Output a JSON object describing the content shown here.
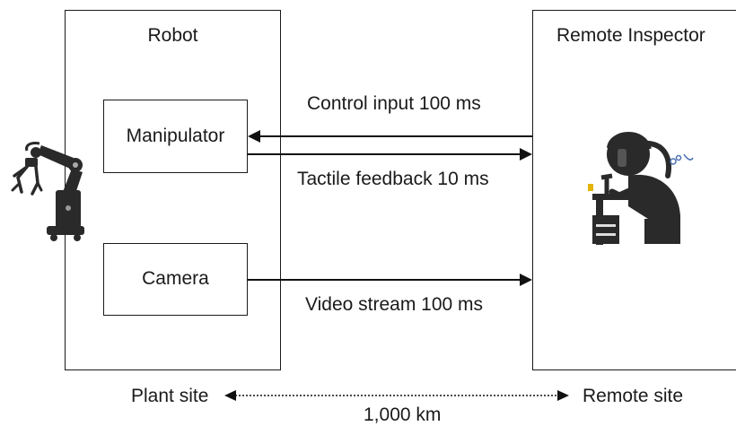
{
  "robot": {
    "title": "Robot",
    "manipulator": "Manipulator",
    "camera": "Camera"
  },
  "inspector": {
    "title": "Remote Inspector"
  },
  "links": {
    "control": "Control input 100 ms",
    "tactile": "Tactile feedback 10 ms",
    "video": "Video stream 100 ms"
  },
  "sites": {
    "plant": "Plant site",
    "remote": "Remote site",
    "distance": "1,000 km"
  },
  "icons": {
    "robot": "robot-arm-icon",
    "operator": "operator-at-workstation-icon"
  }
}
